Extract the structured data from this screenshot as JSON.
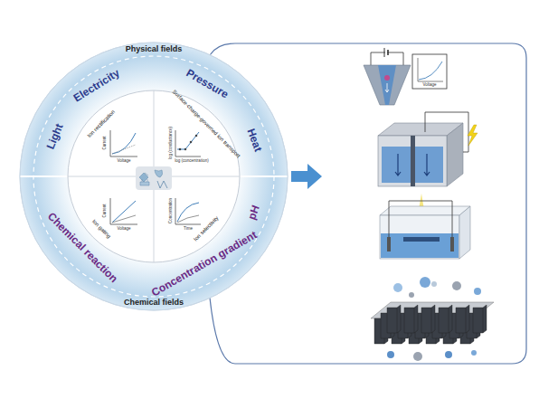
{
  "diagram": {
    "nodes": [
      {
        "text": [
          "Physical fields",
          "Light",
          "Electricity",
          "Pressure",
          "Heat",
          "pH",
          "Concentration gradient",
          "Chemical reaction",
          "Chemical fields"
        ]
      },
      {
        "text": [
          "Ion rectification"
        ],
        "in": 0
      },
      {
        "text": [
          "Surface-charge-governed ion transport"
        ],
        "in": 0
      },
      {
        "text": [
          "Ion gating"
        ],
        "in": 0
      },
      {
        "text": [
          "Ion selectivity"
        ],
        "in": 0
      }
    ],
    "labels": [
      "Current",
      "Voltage",
      "log (conductance)",
      "log (concentration)",
      "Current",
      "Voltage",
      "Concentration",
      "Time",
      "Voltage"
    ]
  }
}
